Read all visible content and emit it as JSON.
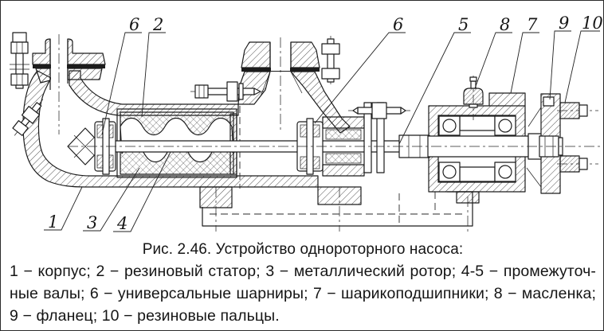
{
  "colors": {
    "ink": "#1c1c1c",
    "paper": "#ffffff"
  },
  "figure": {
    "number": "2.46",
    "caption_title": "Рис. 2.46. Устройство однороторного насоса:",
    "legend_lines": [
      "1 − корпус; 2 − резиновый статор; 3 − металлический ротор; 4-5 − промежуточ-",
      "ные валы; 6 − универсальные шарниры; 7 − шарикоподшипники; 8 − масленка;",
      "9 − фланец; 10 − резиновые пальцы."
    ],
    "legend_items": [
      {
        "number": "1",
        "label": "корпус"
      },
      {
        "number": "2",
        "label": "резиновый статор"
      },
      {
        "number": "3",
        "label": "металлический ротор"
      },
      {
        "number": "4-5",
        "label": "промежуточные валы"
      },
      {
        "number": "6",
        "label": "универсальные шарниры"
      },
      {
        "number": "7",
        "label": "шарикоподшипники"
      },
      {
        "number": "8",
        "label": "масленка"
      },
      {
        "number": "9",
        "label": "фланец"
      },
      {
        "number": "10",
        "label": "резиновые пальцы"
      }
    ]
  },
  "drawing": {
    "callouts": [
      {
        "number": "6",
        "part": "универсальный шарнир (левый)"
      },
      {
        "number": "2",
        "part": "резиновый статор"
      },
      {
        "number": "6",
        "part": "универсальный шарнир (правый)"
      },
      {
        "number": "5",
        "part": "промежуточный вал"
      },
      {
        "number": "8",
        "part": "масленка"
      },
      {
        "number": "7",
        "part": "шарикоподшипники"
      },
      {
        "number": "9",
        "part": "фланец"
      },
      {
        "number": "10",
        "part": "резиновые пальцы"
      },
      {
        "number": "1",
        "part": "корпус"
      },
      {
        "number": "3",
        "part": "металлический ротор"
      },
      {
        "number": "4",
        "part": "промежуточный вал"
      }
    ]
  }
}
